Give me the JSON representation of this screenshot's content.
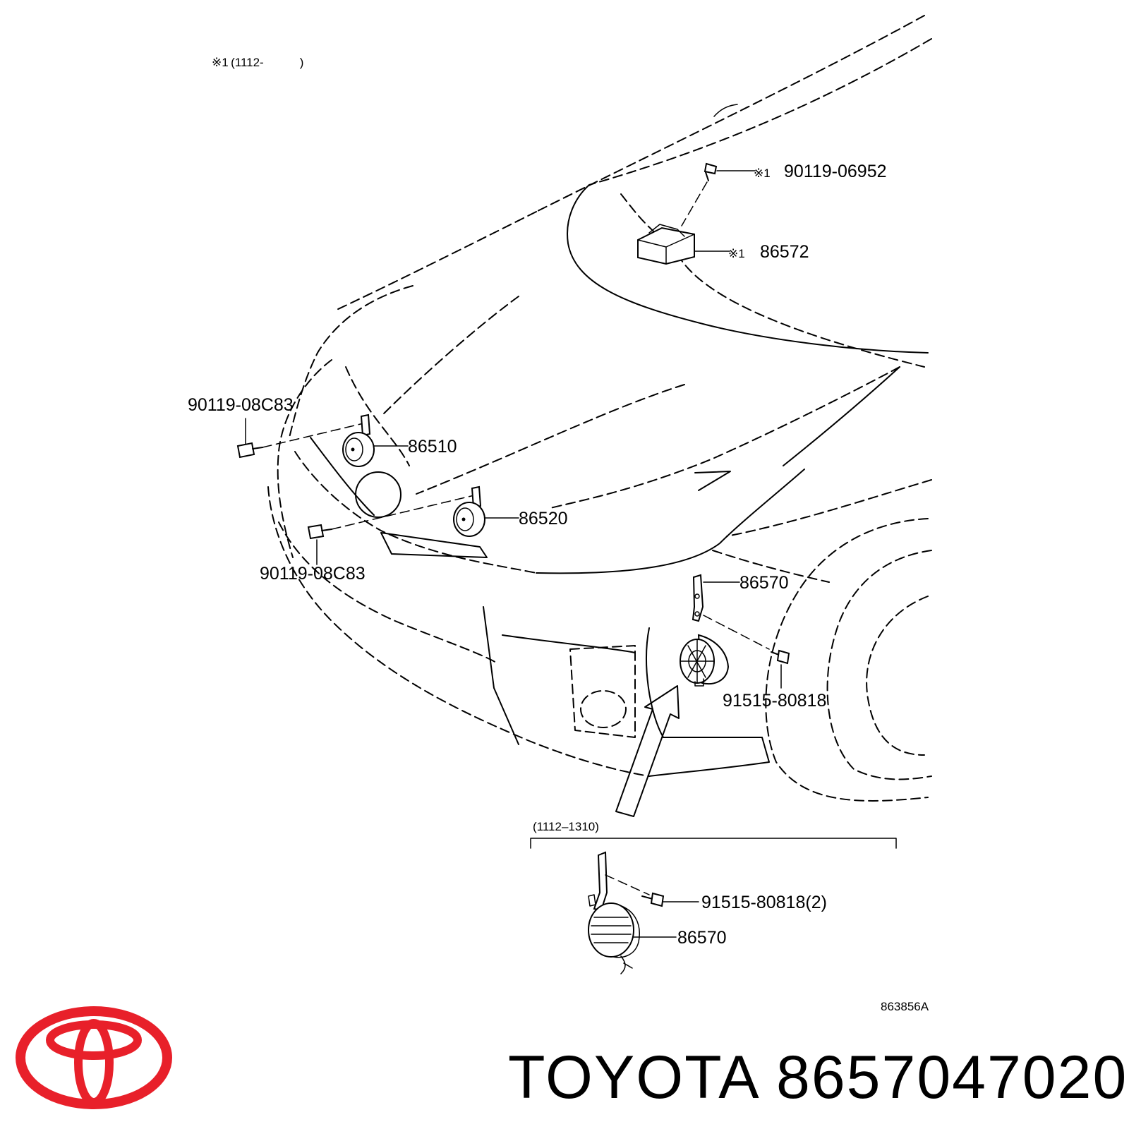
{
  "diagram": {
    "header_note": "※1 (1112-   )",
    "ref_mark": "※1",
    "callouts": {
      "bolt_top": "90119-06952",
      "module": "86572",
      "bolt_left_upper": "90119-08C83",
      "horn_high": "86510",
      "horn_low": "86520",
      "bolt_left_lower": "90119-08C83",
      "sounder_bracket": "86570",
      "bolt_sounder": "91515-80818",
      "inset_range": "(1112–1310)",
      "inset_bolt": "91515-80818(2)",
      "inset_sounder": "86570"
    },
    "drawing_code": "863856A"
  },
  "footer": {
    "brand": "TOYOTA",
    "part_number": "8657047020",
    "logo_icon": "toyota-logo",
    "logo_color": "#e8202a"
  }
}
